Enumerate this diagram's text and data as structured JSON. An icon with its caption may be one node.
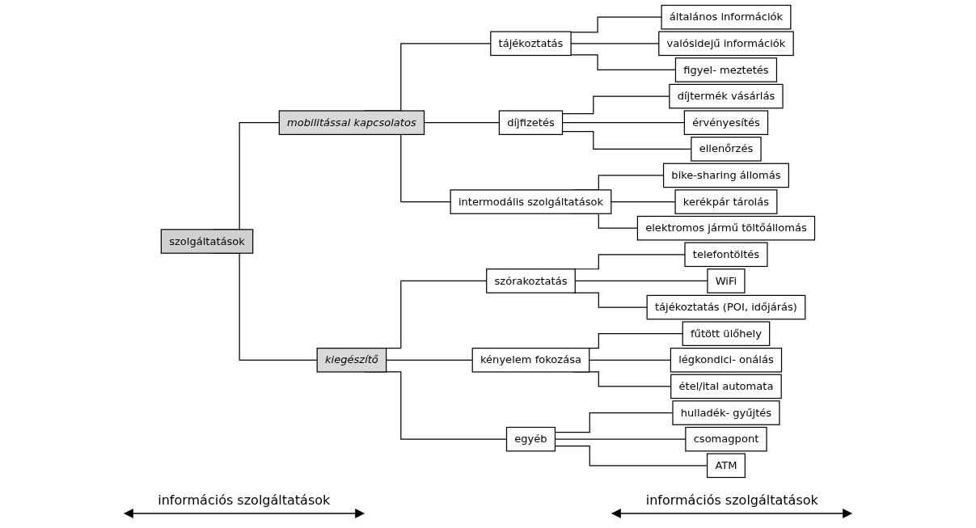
{
  "diagram": {
    "nodes": [
      {
        "text": [
          "szolgáltatások"
        ]
      },
      {
        "text": [
          "mobilitással kapcsolatos"
        ]
      },
      {
        "text": [
          "kiegészítő"
        ]
      },
      {
        "text": [
          "tájékoztatás"
        ]
      },
      {
        "text": [
          "díjfizetés"
        ]
      },
      {
        "text": [
          "intermodális szolgáltatások"
        ]
      },
      {
        "text": [
          "általános információk"
        ]
      },
      {
        "text": [
          "valósidejű információk"
        ]
      },
      {
        "text": [
          "figyel- meztetés"
        ]
      },
      {
        "text": [
          "díjtermék vásárlás"
        ]
      },
      {
        "text": [
          "érvényesítés"
        ]
      },
      {
        "text": [
          "ellenőrzés"
        ]
      },
      {
        "text": [
          "bike-sharing állomás"
        ]
      },
      {
        "text": [
          "kerékpár tárolás"
        ]
      },
      {
        "text": [
          "elektromos jármű töltőállomás"
        ]
      },
      {
        "text": [
          "szórakoztatás"
        ]
      },
      {
        "text": [
          "kényelem fokozása"
        ]
      },
      {
        "text": [
          "egyéb"
        ]
      },
      {
        "text": [
          "telefontöltés"
        ]
      },
      {
        "text": [
          "WiFi"
        ]
      },
      {
        "text": [
          "tájékoztatás (POI, időjárás)"
        ]
      },
      {
        "text": [
          "fűtött ülőhely"
        ]
      },
      {
        "text": [
          "légkondici- onálás"
        ]
      },
      {
        "text": [
          "étel/ital automata"
        ]
      },
      {
        "text": [
          "hulladék- gyűjtés"
        ]
      },
      {
        "text": [
          "csomagpont"
        ]
      },
      {
        "text": [
          "ATM"
        ]
      }
    ],
    "edges": [
      {
        "from": 0,
        "to": 1,
        "arrow": "none"
      },
      {
        "from": 0,
        "to": 2,
        "arrow": "none"
      },
      {
        "from": 1,
        "to": 3,
        "arrow": "none"
      },
      {
        "from": 1,
        "to": 4,
        "arrow": "none"
      },
      {
        "from": 1,
        "to": 5,
        "arrow": "none"
      },
      {
        "from": 2,
        "to": 15,
        "arrow": "none"
      },
      {
        "from": 2,
        "to": 16,
        "arrow": "none"
      },
      {
        "from": 2,
        "to": 17,
        "arrow": "none"
      },
      {
        "from": 3,
        "to": 6,
        "arrow": "none"
      },
      {
        "from": 3,
        "to": 7,
        "arrow": "none"
      },
      {
        "from": 3,
        "to": 8,
        "arrow": "none"
      },
      {
        "from": 4,
        "to": 9,
        "arrow": "none"
      },
      {
        "from": 4,
        "to": 10,
        "arrow": "none"
      },
      {
        "from": 4,
        "to": 11,
        "arrow": "none"
      },
      {
        "from": 5,
        "to": 12,
        "arrow": "none"
      },
      {
        "from": 5,
        "to": 13,
        "arrow": "none"
      },
      {
        "from": 5,
        "to": 14,
        "arrow": "none"
      },
      {
        "from": 15,
        "to": 18,
        "arrow": "none"
      },
      {
        "from": 15,
        "to": 19,
        "arrow": "none"
      },
      {
        "from": 15,
        "to": 20,
        "arrow": "none"
      },
      {
        "from": 16,
        "to": 21,
        "arrow": "none"
      },
      {
        "from": 16,
        "to": 22,
        "arrow": "none"
      },
      {
        "from": 16,
        "to": 23,
        "arrow": "none"
      },
      {
        "from": 17,
        "to": 24,
        "arrow": "none"
      },
      {
        "from": 17,
        "to": 25,
        "arrow": "none"
      },
      {
        "from": 17,
        "to": 26,
        "arrow": "none"
      }
    ],
    "labels": [
      "információs szolgáltatások",
      "információs szolgáltatások"
    ]
  }
}
